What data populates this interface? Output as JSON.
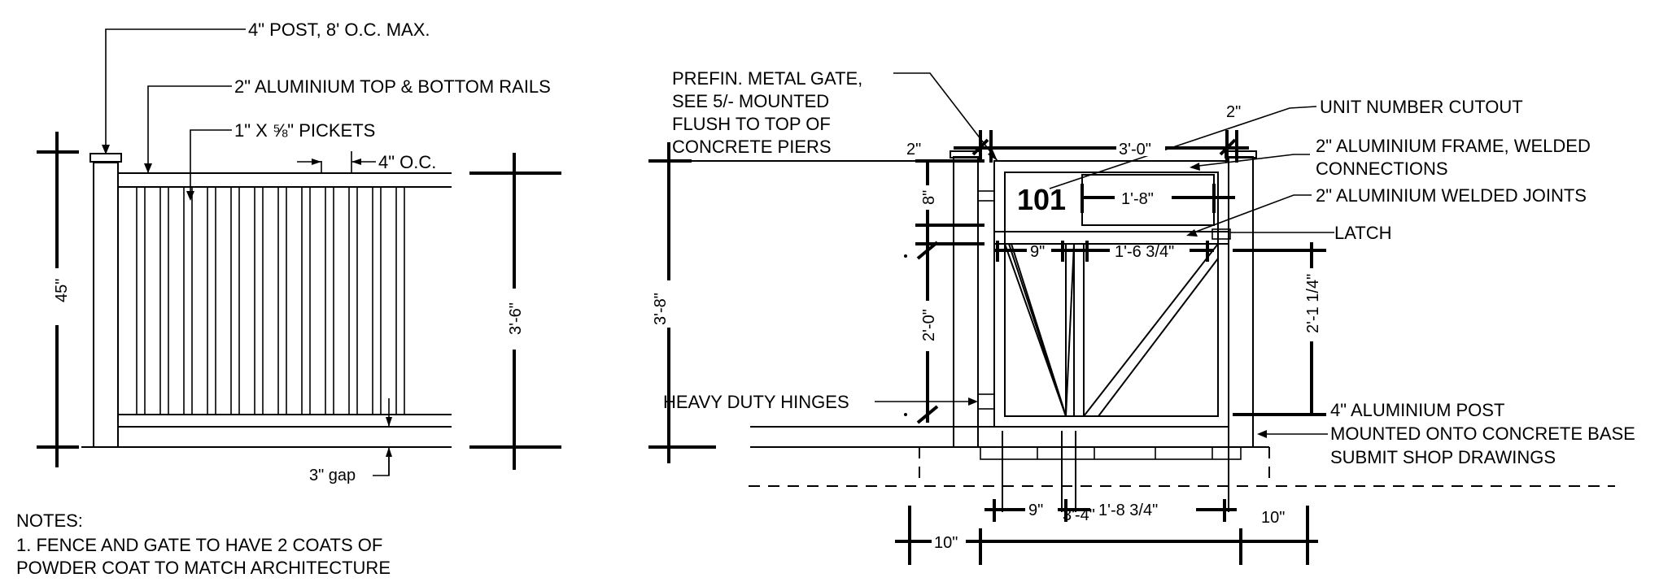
{
  "fence": {
    "post_label": "4\" POST,  8' O.C. MAX.",
    "rails_label": "2\" ALUMINIUM TOP & BOTTOM RAILS",
    "pickets_label": "1\" X ⅝\" PICKETS",
    "spacing_label": "4\" O.C.",
    "height_45": "45\"",
    "height_3_6": "3'-6\"",
    "gap_label": "3\" gap"
  },
  "notes": {
    "heading": "NOTES:",
    "line1": "1. FENCE AND GATE TO HAVE 2 COATS OF",
    "line2": "POWDER COAT TO MATCH ARCHITECTURE"
  },
  "gate": {
    "prefin_1": "PREFIN. METAL GATE,",
    "prefin_2": "SEE 5/- MOUNTED",
    "prefin_3": "FLUSH TO TOP OF",
    "prefin_4": "CONCRETE PIERS",
    "unit_number": "101",
    "unit_cutout": "UNIT NUMBER CUTOUT",
    "frame_1": "2\" ALUMINIUM FRAME, WELDED",
    "frame_2": "CONNECTIONS",
    "welded_joints": "2\" ALUMINIUM WELDED JOINTS",
    "latch": "LATCH",
    "hinges": "HEAVY DUTY HINGES",
    "post_1": "4\" ALUMINIUM POST",
    "post_2": "MOUNTED ONTO CONCRETE BASE",
    "post_3": "SUBMIT SHOP DRAWINGS"
  },
  "dims": {
    "d_2_left": "2\"",
    "d_2_top": "2\"",
    "d_3_0": "3'-0\"",
    "d_8": "8\"",
    "d_1_8": "1'-8\"",
    "d_9_top": "9\"",
    "d_1_6_34": "1'-6 3/4\"",
    "d_3_8": "3'-8\"",
    "d_2_0": "2'-0\"",
    "d_2_1_14": "2'-1 1/4\"",
    "d_9_bot": "9\"",
    "d_3_4": "3'-4\"",
    "d_1_8_34": "1'-8 3/4\"",
    "d_10_right": "10\"",
    "d_10_left": "10\""
  }
}
